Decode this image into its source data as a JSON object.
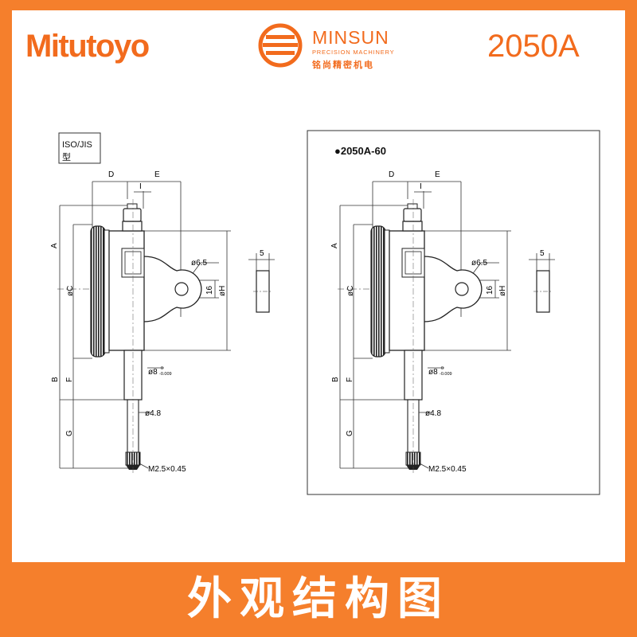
{
  "header": {
    "brand": "Mitutoyo",
    "partner_name": "MINSUN",
    "partner_tagline": "PRECISION MACHINERY",
    "partner_name_cn": "铭尚精密机电",
    "model": "2050A"
  },
  "drawing_left": {
    "note": [
      "ISO/JIS",
      "型"
    ],
    "labels": {
      "D": "D",
      "E": "E",
      "I": "I",
      "A": "A",
      "C": "øC",
      "B": "B",
      "F": "F",
      "G": "G",
      "H": "øH",
      "hole": "ø6.5",
      "h16": "16",
      "stem": "ø8",
      "tol": "0",
      "tol2": "-0.009",
      "spindle": "ø4.8",
      "thread": "M2.5×0.45",
      "w5": "5"
    }
  },
  "drawing_right": {
    "title": "●2050A-60",
    "labels": {
      "D": "D",
      "E": "E",
      "I": "I",
      "A": "A",
      "C": "øC",
      "B": "B",
      "F": "F",
      "G": "G",
      "H": "øH",
      "hole": "ø6.5",
      "h16": "16",
      "stem": "ø8",
      "tol": "0",
      "tol2": "-0.009",
      "spindle": "ø4.8",
      "thread": "M2.5×0.45",
      "w5": "5"
    }
  },
  "footer": {
    "title": "外观结构图"
  },
  "colors": {
    "accent": "#f26b1d",
    "band": "#f57f2c"
  }
}
